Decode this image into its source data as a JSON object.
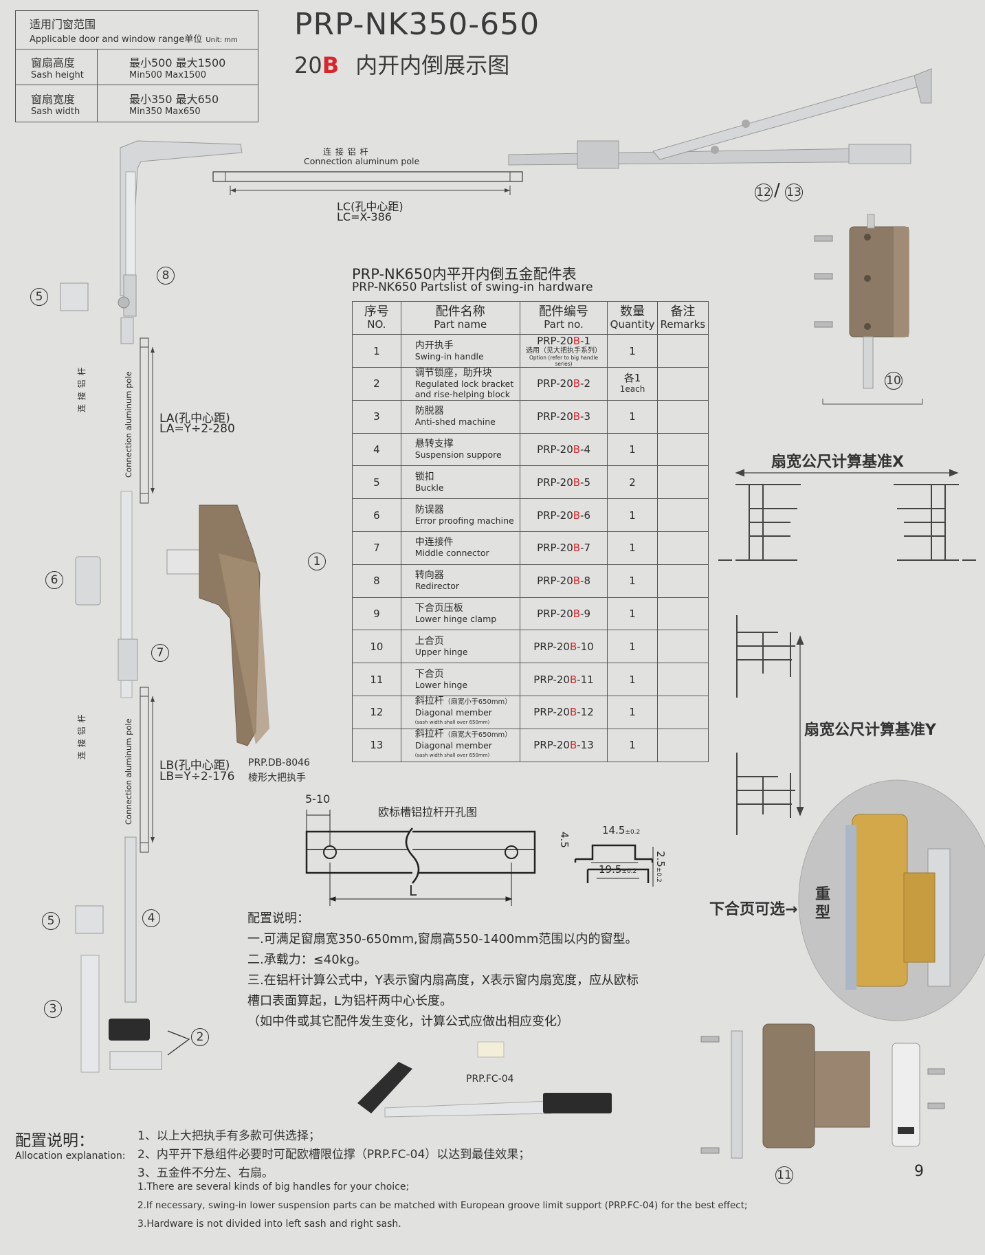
{
  "range_box": {
    "header_cn": "适用门窗范围",
    "header_en": "Applicable door and window range",
    "unit_cn": "单位",
    "unit_en": "Unit:  mm",
    "rows": [
      {
        "label_cn": "窗扇高度",
        "label_en": "Sash height",
        "value_cn": "最小500  最大1500",
        "value_en": "Min500  Max1500"
      },
      {
        "label_cn": "窗扇宽度",
        "label_en": "Sash width",
        "value_cn": "最小350  最大650",
        "value_en": "Min350  Max650"
      }
    ]
  },
  "title": {
    "model": "PRP-NK350-650",
    "code_num": "20",
    "code_letter": "B",
    "subtitle": "内开内倒展示图"
  },
  "top_pole": {
    "label_cn": "连  接  铝  杆",
    "label_en": "Connection aluminum pole",
    "lc_label": "LC(孔中心距)",
    "lc_formula": "LC=X-386"
  },
  "side_poles": {
    "label_cn": "连  接  铝  杆",
    "label_en": "Connection aluminum pole",
    "la_label": "LA(孔中心距)",
    "la_formula": "LA=Y÷2-280",
    "lb_label": "LB(孔中心距)",
    "lb_formula": "LB=Y÷2-176"
  },
  "callouts": {
    "c1": "1",
    "c2": "2",
    "c3": "3",
    "c4": "4",
    "c5a": "5",
    "c5b": "5",
    "c6": "6",
    "c7": "7",
    "c8": "8",
    "c10": "10",
    "c11": "11",
    "c12": "12",
    "c13": "13",
    "c9": "9",
    "slash": "/"
  },
  "handle": {
    "model": "PRP.DB-8046",
    "name_cn": "棱形大把执手"
  },
  "parts_table": {
    "title_cn": "PRP-NK650内平开内倒五金配件表",
    "title_en": "PRP-NK650 Partslist of swing-in hardware",
    "headers": [
      {
        "cn": "序号",
        "en": "NO."
      },
      {
        "cn": "配件名称",
        "en": "Part name"
      },
      {
        "cn": "配件编号",
        "en": "Part no."
      },
      {
        "cn": "数量",
        "en": "Quantity"
      },
      {
        "cn": "备注",
        "en": "Remarks"
      }
    ],
    "part_prefix": "PRP-20",
    "part_letter": "B",
    "rows": [
      {
        "no": "1",
        "cn": "内开执手",
        "en": "Swing-in handle",
        "pn_suffix": "-1",
        "pn_note": "选用（见大把执手系列）",
        "pn_note_en": "Option (refer to big handle series)",
        "qty": "1",
        "qty_en": ""
      },
      {
        "no": "2",
        "cn": "调节锁座，助升块",
        "en": "Regulated lock bracket",
        "en2": "and rise-helping block",
        "pn_suffix": "-2",
        "qty": "各1",
        "qty_en": "1each"
      },
      {
        "no": "3",
        "cn": "防脱器",
        "en": "Anti-shed machine",
        "pn_suffix": "-3",
        "qty": "1"
      },
      {
        "no": "4",
        "cn": "悬转支撑",
        "en": "Suspension suppore",
        "pn_suffix": "-4",
        "qty": "1"
      },
      {
        "no": "5",
        "cn": "锁扣",
        "en": "Buckle",
        "pn_suffix": "-5",
        "qty": "2"
      },
      {
        "no": "6",
        "cn": "防误器",
        "en": "Error proofing machine",
        "pn_suffix": "-6",
        "qty": "1"
      },
      {
        "no": "7",
        "cn": "中连接件",
        "en": "Middle connector",
        "pn_suffix": "-7",
        "qty": "1"
      },
      {
        "no": "8",
        "cn": "转向器",
        "en": "Redirector",
        "pn_suffix": "-8",
        "qty": "1"
      },
      {
        "no": "9",
        "cn": "下合页压板",
        "en": "Lower hinge clamp",
        "pn_suffix": "-9",
        "qty": "1"
      },
      {
        "no": "10",
        "cn": "上合页",
        "en": "Upper hinge",
        "pn_suffix": "-10",
        "qty": "1"
      },
      {
        "no": "11",
        "cn": "下合页",
        "en": "Lower hinge",
        "pn_suffix": "-11",
        "qty": "1"
      },
      {
        "no": "12",
        "cn": "斜拉杆",
        "cn_note": "（扇宽小于650mm）",
        "en": "Diagonal member",
        "tiny": "(sash width shall over 650mm)",
        "pn_suffix": "-12",
        "qty": "1"
      },
      {
        "no": "13",
        "cn": "斜拉杆",
        "cn_note": "（扇宽大于650mm）",
        "en": "Diagonal member",
        "tiny": "(sash width shall over 650mm)",
        "pn_suffix": "-13",
        "qty": "1"
      }
    ]
  },
  "profile_x": {
    "label": "扇宽公尺计算基准X"
  },
  "profile_y": {
    "label": "扇宽公尺计算基准Y"
  },
  "lower_hinge_option": {
    "label": "下合页可选→",
    "heavy": "重型"
  },
  "groove_drawing": {
    "title": "欧标槽铝拉杆开孔图",
    "dim_5_10": "5-10",
    "dim_L": "L",
    "dim_4_5": "4.5",
    "dim_14_5": "14.5",
    "dim_14_5_tol": "±0.2",
    "dim_19_5": "19.5",
    "dim_19_5_tol": "±0.2",
    "dim_2_5": "2.5",
    "dim_2_5_tol": "±0.2"
  },
  "config_notes": {
    "heading": "配置说明：",
    "lines": [
      "一.可满足窗扇宽350-650mm,窗扇高550-1400mm范围以内的窗型。",
      "二.承载力：≤40kg。",
      "三.在铝杆计算公式中，Y表示窗内扇高度，X表示窗内扇宽度，应从欧标",
      "槽口表面算起，L为铝杆两中心长度。",
      "（如中件或其它配件发生变化，计算公式应做出相应变化）"
    ]
  },
  "fc04": {
    "label": "PRP.FC-04"
  },
  "allocation": {
    "heading_cn": "配置说明：",
    "heading_en": "Allocation explanation:",
    "lines_cn": [
      "1、以上大把执手有多款可供选择；",
      "2、内平开下悬组件必要时可配欧槽限位撑（PRP.FC-04）以达到最佳效果；",
      "3、五金件不分左、右扇。"
    ],
    "lines_en": [
      "1.There are several kinds of big handles for your choice;",
      "2.If necessary, swing-in lower suspension parts can be matched with European groove limit support (PRP.FC-04) for the best effect;",
      "3.Hardware is not divided into left sash and right sash."
    ]
  },
  "colors": {
    "background": "#e1e1df",
    "accent_red": "#d8262c",
    "bronze": "#8a7660",
    "gold": "#d3a84a",
    "silver": "#cfd1d3"
  }
}
